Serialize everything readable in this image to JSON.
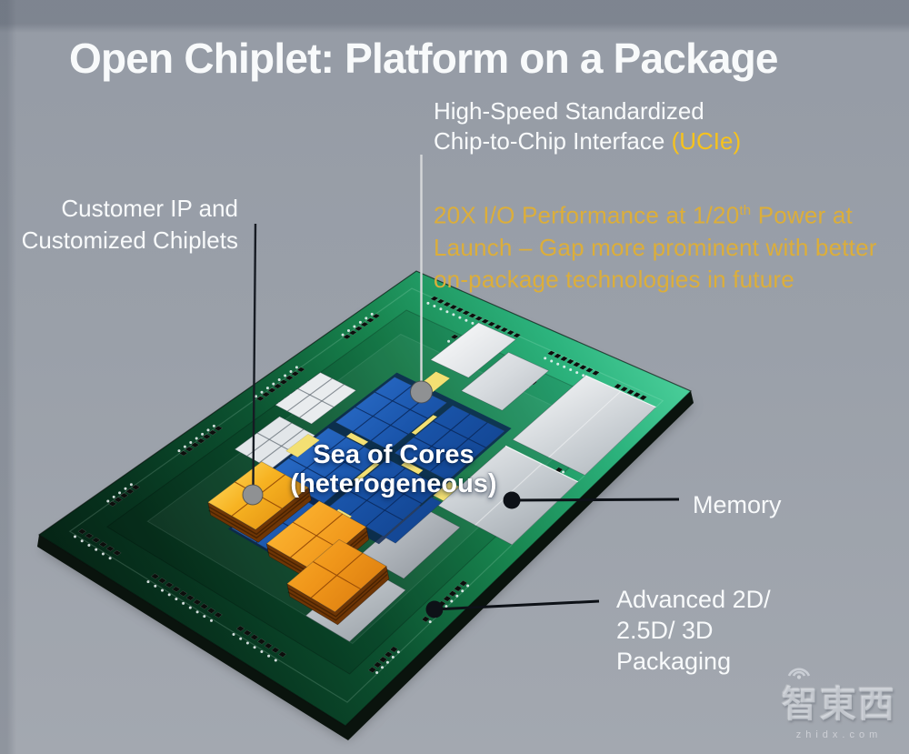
{
  "title": "Open Chiplet: Platform on a Package",
  "annotations": {
    "interface": {
      "line1": "High-Speed Standardized",
      "line2": "Chip-to-Chip Interface ",
      "highlight": "(UCIe)"
    },
    "performance": {
      "line1_pre": "20X I/O Performance at 1/20",
      "line1_sup": "th",
      "line1_post": " Power at",
      "line2": "Launch – Gap more prominent with better",
      "line3": "on-package technologies in future"
    },
    "customer": {
      "line1": "Customer IP and",
      "line2": "Customized Chiplets"
    },
    "sea_of_cores": {
      "line1": "Sea of Cores",
      "line2": "(heterogeneous)"
    },
    "memory": "Memory",
    "packaging": {
      "line1": "Advanced 2D/",
      "line2": "2.5D/ 3D",
      "line3": "Packaging"
    }
  },
  "watermark": {
    "logo": "智東西",
    "domain": "zhidx.com"
  },
  "colors": {
    "background": "#9aa0a8",
    "text_white": "#f8fafb",
    "ucie_yellow": "#f6c21d",
    "performance_yellow": "#dcae3a",
    "leader_dark": "#0d1117",
    "leader_light": "#d5d7d9",
    "dot_gray": "#8f9193",
    "pcb_bright": "#52d6a2",
    "pcb_green": "#18854f",
    "pcb_dark": "#052415",
    "die_blue": "#1a55ab",
    "die_blue_dark": "#0d3a80",
    "die_blue_light": "#2e72cf",
    "silver_light": "#f8f9fa",
    "silver_dark": "#9aa0a7",
    "chiplet_gold": "#ffd84e",
    "chiplet_orange": "#f0961a",
    "chiplet_orange_dark": "#d97a0c",
    "chiplet_side": "#6f3605",
    "pad_yellow": "#f3e073",
    "pad_black": "#0c0e0c"
  }
}
